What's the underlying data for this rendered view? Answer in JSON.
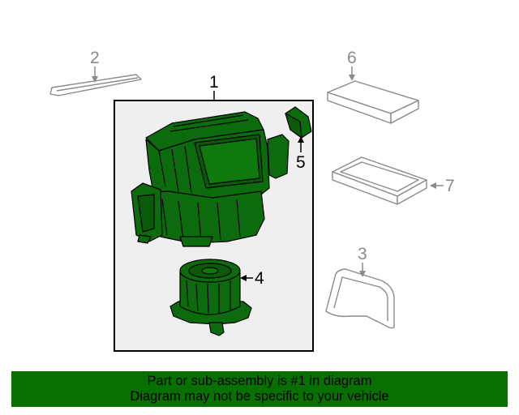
{
  "colors": {
    "part_fill": "#0c6b0c",
    "part_stroke": "#000000",
    "banner_bg": "#087000",
    "ghost_stroke": "#8a8a8a"
  },
  "callouts": {
    "c1": "1",
    "c2": "2",
    "c3": "3",
    "c4": "4",
    "c5": "5",
    "c6": "6",
    "c7": "7"
  },
  "banner": {
    "line1": "Part or sub-assembly is #1 in diagram",
    "line2": "Diagram may not be specific to your vehicle"
  }
}
